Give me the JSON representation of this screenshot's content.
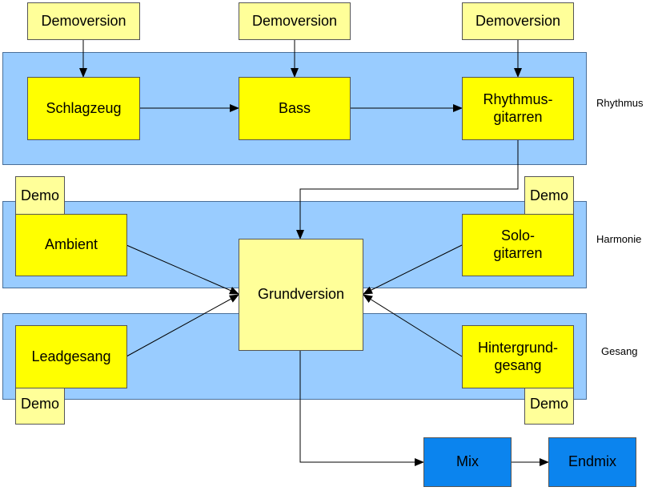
{
  "nodes": {
    "demo_top_1": "Demoversion",
    "demo_top_2": "Demoversion",
    "demo_top_3": "Demoversion",
    "drums": "Schlagzeug",
    "bass": "Bass",
    "rhythm_guitars": "Rhythmus-\ngitarren",
    "demo_ambient": "Demo",
    "ambient": "Ambient",
    "demo_solo": "Demo",
    "solo_guitars": "Solo-\ngitarren",
    "base_version": "Grundversion",
    "lead_vocals": "Leadgesang",
    "demo_lead": "Demo",
    "backing_vocals": "Hintergrund-\ngesang",
    "demo_backing": "Demo",
    "mix": "Mix",
    "final_mix": "Endmix"
  },
  "bands": {
    "rhythm": "Rhythmus",
    "harmony": "Harmonie",
    "vocals": "Gesang"
  },
  "colors": {
    "band": "#99ccff",
    "track_box": "#ffff00",
    "demo_box": "#ffff99",
    "mix_box": "#0b84ee"
  }
}
